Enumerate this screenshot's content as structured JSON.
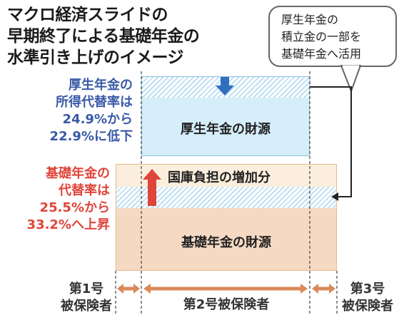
{
  "title": {
    "line1": "マクロ経済スライドの",
    "line2": "早期終了による基礎年金の",
    "line3": "水準引き上げのイメージ"
  },
  "bubble": {
    "line1": "厚生年金の",
    "line2": "積立金の一部を",
    "line3": "基礎年金へ活用"
  },
  "kosei_label": {
    "line1": "厚生年金の",
    "line2": "所得代替率は",
    "line3": "24.9%から",
    "line4": "22.9%に低下"
  },
  "kiso_label": {
    "line1": "基礎年金の",
    "line2": "代替率は",
    "line3": "25.5%から",
    "line4": "33.2%へ上昇"
  },
  "boxes": {
    "kosei_source": "厚生年金の財源",
    "kokko_increase": "国庫負担の増加分",
    "kiso_source": "基礎年金の財源"
  },
  "insured": {
    "first_line1": "第1号",
    "first_line2": "被保険者",
    "second": "第2号被保険者",
    "third_line1": "第3号",
    "third_line2": "被保険者"
  },
  "colors": {
    "blue_text": "#3a5aa8",
    "red_text": "#e0453b",
    "kosei_fill": "#d6eefa",
    "kiso_fill": "#f5d9c3",
    "kokko_fill": "#fbeedd",
    "arrow_blue": "#2f6fbf",
    "arrow_red": "#e0453b",
    "range_arrow": "#d98a5a"
  },
  "icons": {
    "down_arrow": "down-arrow-icon",
    "up_arrow": "up-arrow-icon",
    "range_arrow": "double-arrow-icon"
  }
}
